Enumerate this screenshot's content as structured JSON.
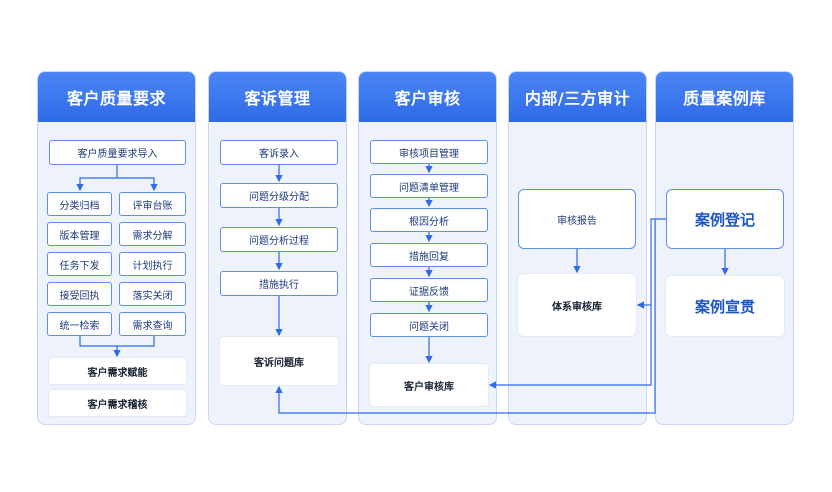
{
  "columns": [
    {
      "title": "客户质量要求",
      "import_box": "客户质量要求导入",
      "grid": [
        "分类归档",
        "评审台账",
        "版本管理",
        "需求分解",
        "任务下发",
        "计划执行",
        "接受回执",
        "落实关闭",
        "统一检索",
        "需求查询"
      ],
      "outputs": [
        "客户需求赋能",
        "客户需求稽核"
      ]
    },
    {
      "title": "客诉管理",
      "steps": [
        "客诉录入",
        "问题分级分配",
        "问题分析过程",
        "措施执行"
      ],
      "library": "客诉问题库"
    },
    {
      "title": "客户审核",
      "steps": [
        "审核项目管理",
        "问题清单管理",
        "根因分析",
        "措施回复",
        "证据反馈",
        "问题关闭"
      ],
      "library": "客户审核库"
    },
    {
      "title": "内部/三方审计",
      "report": "审核报告",
      "library": "体系审核库"
    },
    {
      "title": "质量案例库",
      "register": "案例登记",
      "publicize": "案例宣贯"
    }
  ],
  "colors": {
    "header": "#2f6ae8",
    "border": "#5d8ee8",
    "line": "#2f6ae8",
    "panel": "#eef2fb"
  }
}
